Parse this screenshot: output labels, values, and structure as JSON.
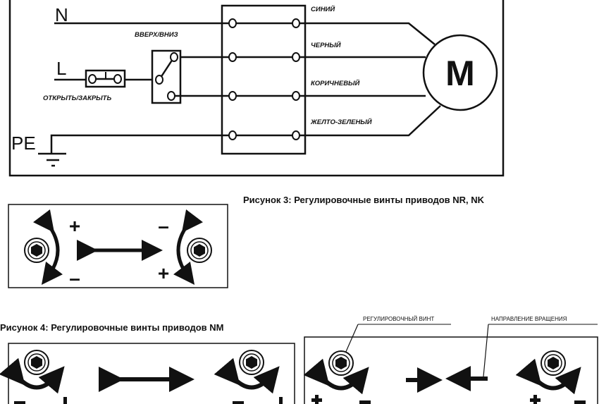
{
  "wiring": {
    "neutral": "N",
    "line": "L",
    "earth": "PE",
    "motor": "M",
    "switch_updown": "ВВЕРХ/ВНИЗ",
    "switch_openclose": "ОТКРЫТЬ/ЗАКРЫТЬ",
    "wires": [
      "СИНИЙ",
      "ЧЕРНЫЙ",
      "КОРИЧНЕВЫЙ",
      "ЖЕЛТО-ЗЕЛЕНЫЙ"
    ]
  },
  "figure3": {
    "caption": "Рисунок 3: Регулировочные винты приводов NR, NK",
    "plus": "+",
    "minus": "–"
  },
  "figure4": {
    "caption": "Рисунок 4: Регулировочные винты приводов NM",
    "label_screw": "РЕГУЛИРОВОЧНЫЙ ВИНТ",
    "label_direction": "НАПРАВЛЕНИЕ ВРАЩЕНИЯ"
  }
}
